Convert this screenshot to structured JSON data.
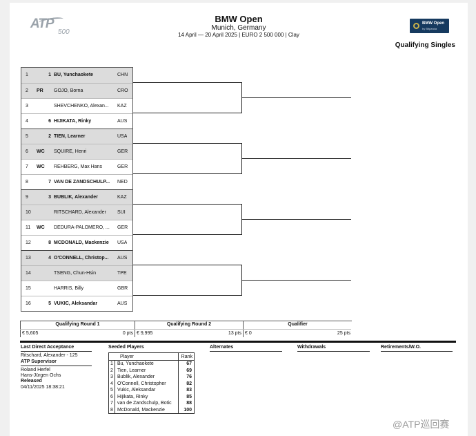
{
  "header": {
    "logo_text": "ATP",
    "logo_number": "500",
    "title": "BMW Open",
    "location": "Munich, Germany",
    "info": "14 April — 20 April 2025 | EURO 2 500 000 | Clay",
    "sponsor": "BMW Open",
    "sponsor_sub": "by Bitpanda",
    "draw_type": "Qualifying Singles"
  },
  "draw": [
    {
      "pos": "1",
      "entry": "",
      "seed": "1",
      "name": "BU, Yunchaokete",
      "country": "CHN",
      "bold": true,
      "shaded": true
    },
    {
      "pos": "2",
      "entry": "PR",
      "seed": "",
      "name": "GOJO, Borna",
      "country": "CRO",
      "bold": false,
      "shaded": true
    },
    {
      "pos": "3",
      "entry": "",
      "seed": "",
      "name": "SHEVCHENKO, Alexan...",
      "country": "KAZ",
      "bold": false,
      "shaded": false
    },
    {
      "pos": "4",
      "entry": "",
      "seed": "6",
      "name": "HIJIKATA, Rinky",
      "country": "AUS",
      "bold": true,
      "shaded": false
    },
    {
      "pos": "5",
      "entry": "",
      "seed": "2",
      "name": "TIEN, Learner",
      "country": "USA",
      "bold": true,
      "shaded": true
    },
    {
      "pos": "6",
      "entry": "WC",
      "seed": "",
      "name": "SQUIRE, Henri",
      "country": "GER",
      "bold": false,
      "shaded": true
    },
    {
      "pos": "7",
      "entry": "WC",
      "seed": "",
      "name": "REHBERG, Max Hans",
      "country": "GER",
      "bold": false,
      "shaded": false
    },
    {
      "pos": "8",
      "entry": "",
      "seed": "7",
      "name": "VAN DE ZANDSCHULP...",
      "country": "NED",
      "bold": true,
      "shaded": false
    },
    {
      "pos": "9",
      "entry": "",
      "seed": "3",
      "name": "BUBLIK, Alexander",
      "country": "KAZ",
      "bold": true,
      "shaded": true
    },
    {
      "pos": "10",
      "entry": "",
      "seed": "",
      "name": "RITSCHARD, Alexander",
      "country": "SUI",
      "bold": false,
      "shaded": true
    },
    {
      "pos": "11",
      "entry": "WC",
      "seed": "",
      "name": "DEDURA-PALOMERO, ...",
      "country": "GER",
      "bold": false,
      "shaded": false
    },
    {
      "pos": "12",
      "entry": "",
      "seed": "8",
      "name": "MCDONALD, Mackenzie",
      "country": "USA",
      "bold": true,
      "shaded": false
    },
    {
      "pos": "13",
      "entry": "",
      "seed": "4",
      "name": "O'CONNELL, Christop...",
      "country": "AUS",
      "bold": true,
      "shaded": true
    },
    {
      "pos": "14",
      "entry": "",
      "seed": "",
      "name": "TSENG, Chun-Hsin",
      "country": "TPE",
      "bold": false,
      "shaded": true
    },
    {
      "pos": "15",
      "entry": "",
      "seed": "",
      "name": "HARRIS, Billy",
      "country": "GBR",
      "bold": false,
      "shaded": false
    },
    {
      "pos": "16",
      "entry": "",
      "seed": "5",
      "name": "VUKIC, Aleksandar",
      "country": "AUS",
      "bold": true,
      "shaded": false
    }
  ],
  "rounds": [
    {
      "name": "Qualifying Round 1",
      "prize": "€ 5,605",
      "points": "0 pts"
    },
    {
      "name": "Qualifying Round 2",
      "prize": "€ 9,995",
      "points": "13 pts"
    },
    {
      "name": "Qualifier",
      "prize": "€ 0",
      "points": "25 pts"
    }
  ],
  "footer": {
    "lda_label": "Last Direct Acceptance",
    "lda_value": "Ritschard, Alexander - 125",
    "supervisor_label": "ATP Supervisor",
    "supervisor_1": "Roland Herfel",
    "supervisor_2": "Hans-Jürgen Ochs",
    "released_label": "Released",
    "released_value": "04/11/2025 18:38:21",
    "seeded_label": "Seeded Players",
    "alternates_label": "Alternates",
    "withdrawals_label": "Withdrawals",
    "retirements_label": "Retirements/W.O."
  },
  "seeds": {
    "col_player": "Player",
    "col_rank": "Rank",
    "rows": [
      {
        "n": "1",
        "player": "Bu, Yunchaokete",
        "rank": "67"
      },
      {
        "n": "2",
        "player": "Tien, Learner",
        "rank": "69"
      },
      {
        "n": "3",
        "player": "Bublik, Alexander",
        "rank": "76"
      },
      {
        "n": "4",
        "player": "O'Connell, Christopher",
        "rank": "82"
      },
      {
        "n": "5",
        "player": "Vukic, Aleksandar",
        "rank": "83"
      },
      {
        "n": "6",
        "player": "Hijikata, Rinky",
        "rank": "85"
      },
      {
        "n": "7",
        "player": "van de Zandschulp, Botic",
        "rank": "88"
      },
      {
        "n": "8",
        "player": "McDonald, Mackenzie",
        "rank": "100"
      }
    ]
  },
  "watermark": "@ATP巡回赛"
}
